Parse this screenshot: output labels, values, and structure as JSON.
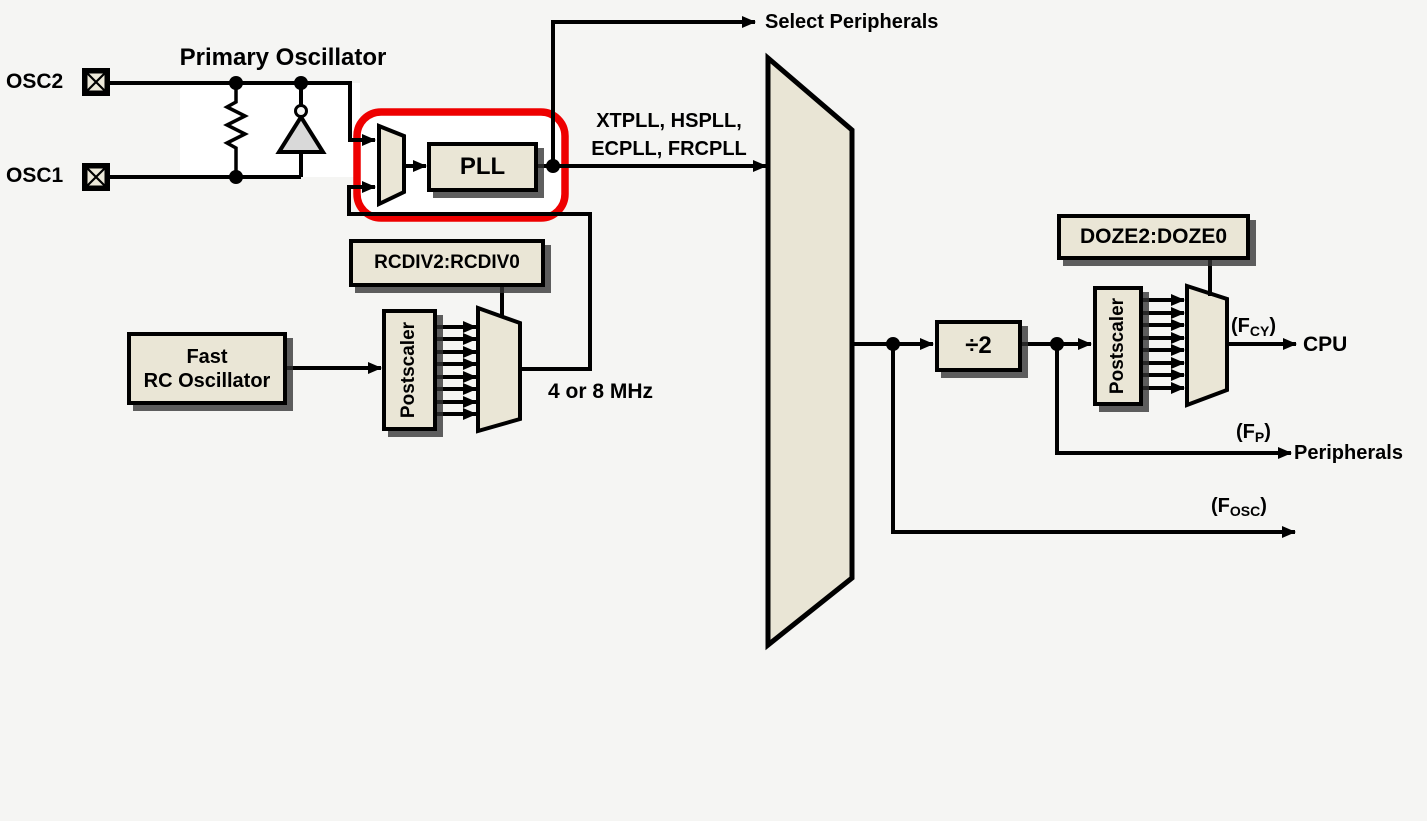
{
  "diagram": {
    "title": "Primary Oscillator",
    "pins": {
      "osc2": "OSC2",
      "osc1": "OSC1"
    },
    "blocks": {
      "pll": "PLL",
      "rcdiv_register": "RCDIV2:RCDIV0",
      "fast_rc_line1": "Fast",
      "fast_rc_line2": "RC Oscillator",
      "frc_postscaler": "Postscaler",
      "divide_by_2": "÷2",
      "doze_postscaler": "Postscaler",
      "doze_register": "DOZE2:DOZE0"
    },
    "labels": {
      "select_peripherals": "Select Peripherals",
      "pll_modes_line1": "XTPLL, HSPLL,",
      "pll_modes_line2": "ECPLL, FRCPLL",
      "frc_freq": "4 or 8 MHz",
      "cpu": "CPU",
      "peripherals": "Peripherals",
      "fcy_pre": "(F",
      "fcy_sub": "CY",
      "fcy_post": ")",
      "fp_pre": "(F",
      "fp_sub": "P",
      "fp_post": ")",
      "fosc_pre": "(F",
      "fosc_sub": "OSC",
      "fosc_post": ")"
    },
    "colors": {
      "background": "#f5f5f3",
      "box_fill": "#eae6d6",
      "line": "#000000",
      "highlight_ring": "#ee0000",
      "inverter_fill": "#d9d9d9"
    }
  }
}
